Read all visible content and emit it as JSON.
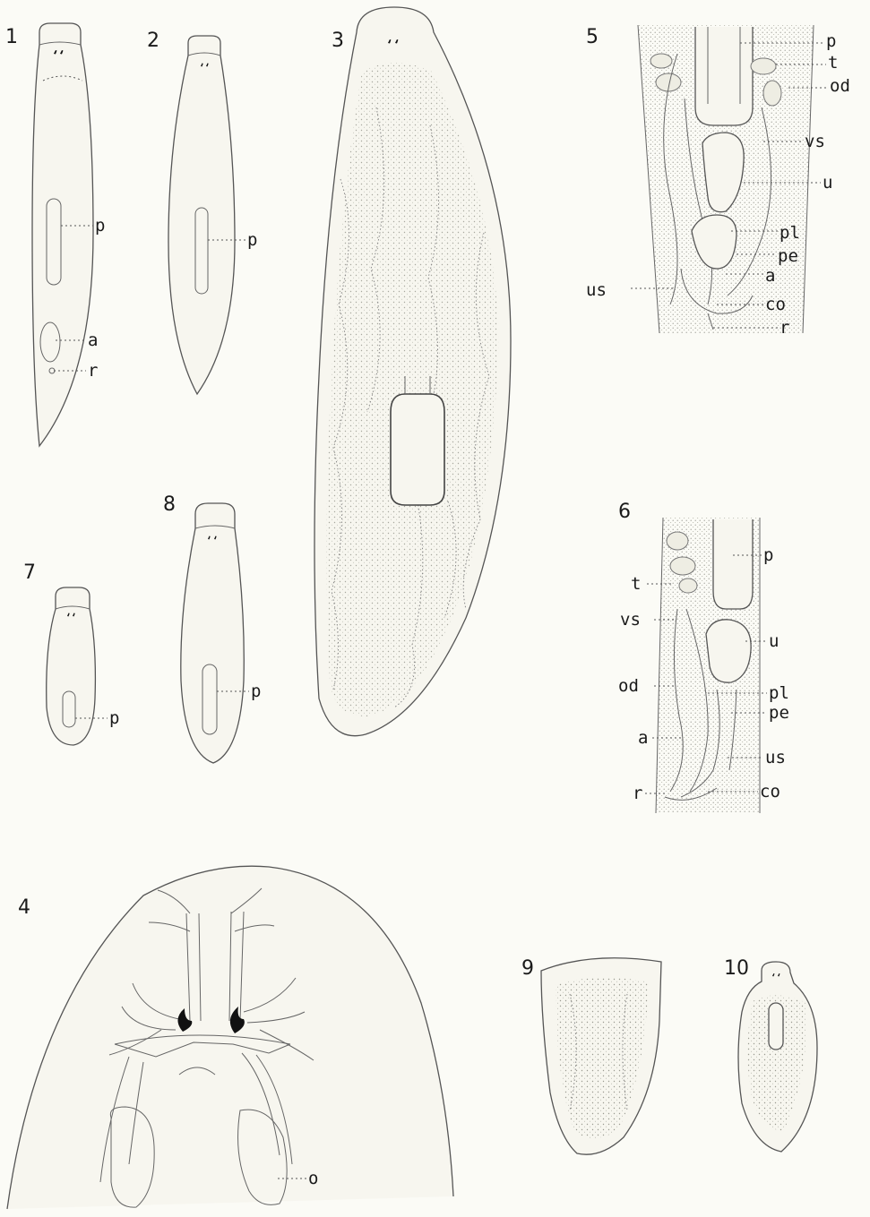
{
  "figures": {
    "fig1": {
      "number": "1",
      "labels": {
        "p": "p",
        "a": "a",
        "r": "r"
      }
    },
    "fig2": {
      "number": "2",
      "labels": {
        "p": "p"
      }
    },
    "fig3": {
      "number": "3"
    },
    "fig4": {
      "number": "4",
      "labels": {
        "o": "o"
      }
    },
    "fig5": {
      "number": "5",
      "labels": {
        "p": "p",
        "t": "t",
        "od": "od",
        "vs": "vs",
        "u": "u",
        "pl": "pl",
        "pe": "pe",
        "a": "a",
        "us": "us",
        "co": "co",
        "r": "r"
      }
    },
    "fig6": {
      "number": "6",
      "labels": {
        "p": "p",
        "t": "t",
        "vs": "vs",
        "u": "u",
        "od": "od",
        "pl": "pl",
        "pe": "pe",
        "a": "a",
        "us": "us",
        "r": "r",
        "co": "co"
      }
    },
    "fig7": {
      "number": "7",
      "labels": {
        "p": "p"
      }
    },
    "fig8": {
      "number": "8",
      "labels": {
        "p": "p"
      }
    },
    "fig9": {
      "number": "9"
    },
    "fig10": {
      "number": "10"
    }
  }
}
